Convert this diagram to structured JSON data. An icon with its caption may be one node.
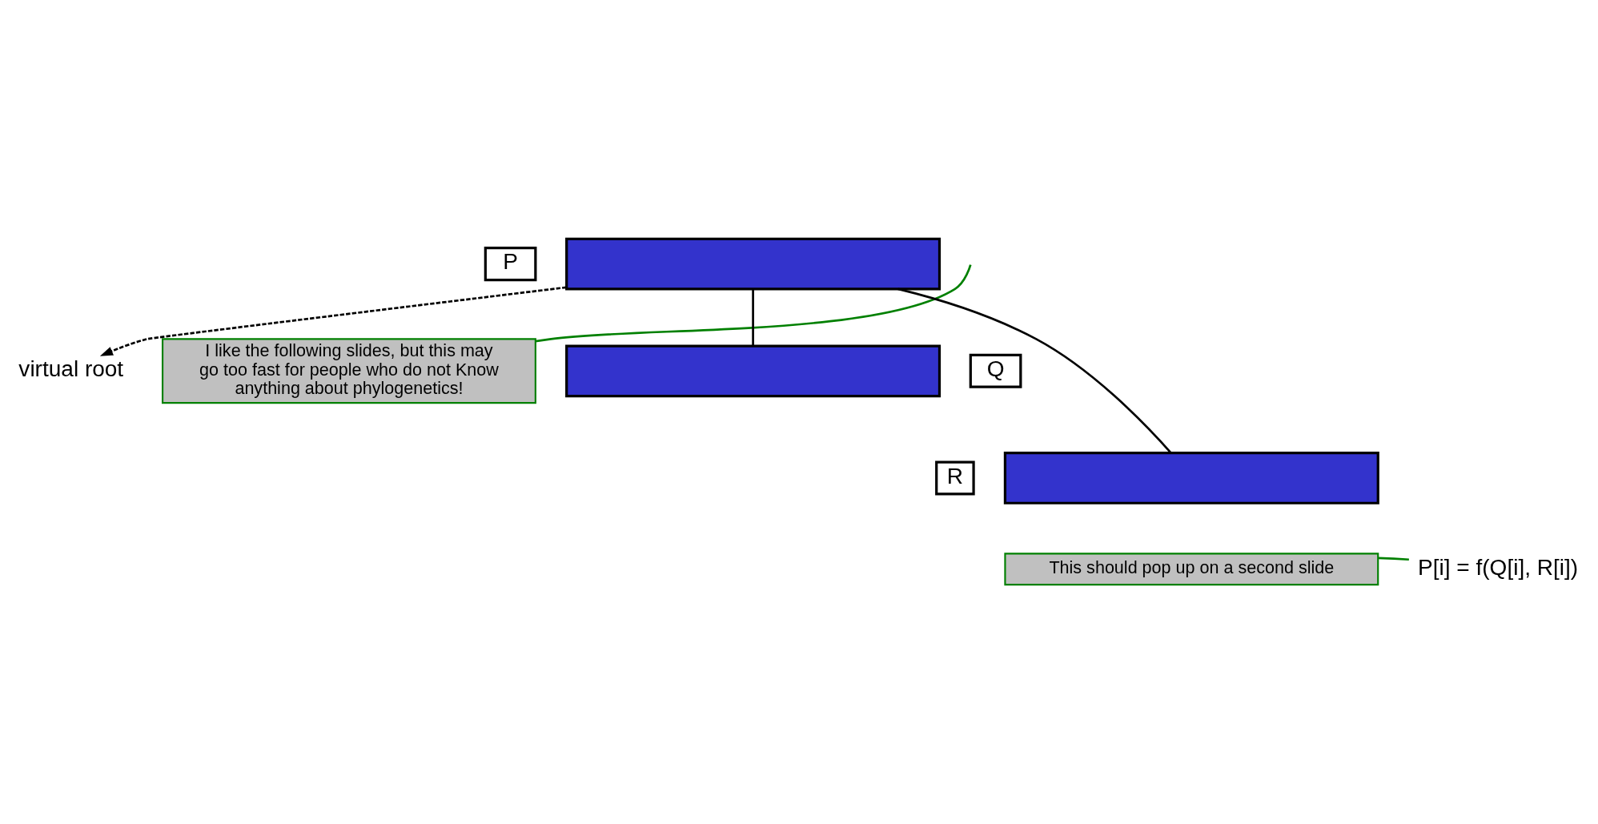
{
  "diagram": {
    "nodes": [
      {
        "text": [
          "virtual root"
        ]
      },
      {
        "text": [
          "I like the following slides, but this may go too fast for people who do not Know anything about phylogenetics!"
        ]
      },
      {
        "text": [
          "P"
        ]
      },
      {
        "text": [],
        "shape": "bar"
      },
      {
        "text": [
          "Q"
        ]
      },
      {
        "text": [],
        "shape": "bar"
      },
      {
        "text": [
          "R"
        ]
      },
      {
        "text": [],
        "shape": "bar"
      },
      {
        "text": [
          "P[i] = f(Q[i], R[i])"
        ]
      },
      {
        "text": [
          "This should pop up on a second slide"
        ]
      }
    ],
    "edges": [
      {
        "from": 3,
        "to": 0,
        "arrow": "to",
        "style": "dashed"
      },
      {
        "from": 1,
        "to": null,
        "arrow": "none",
        "color": "#008000"
      },
      {
        "from": 3,
        "to": 5,
        "arrow": "none"
      },
      {
        "from": 3,
        "to": 7,
        "arrow": "none"
      },
      {
        "from": 9,
        "to": 8,
        "arrow": "none",
        "color": "#008000"
      }
    ]
  }
}
